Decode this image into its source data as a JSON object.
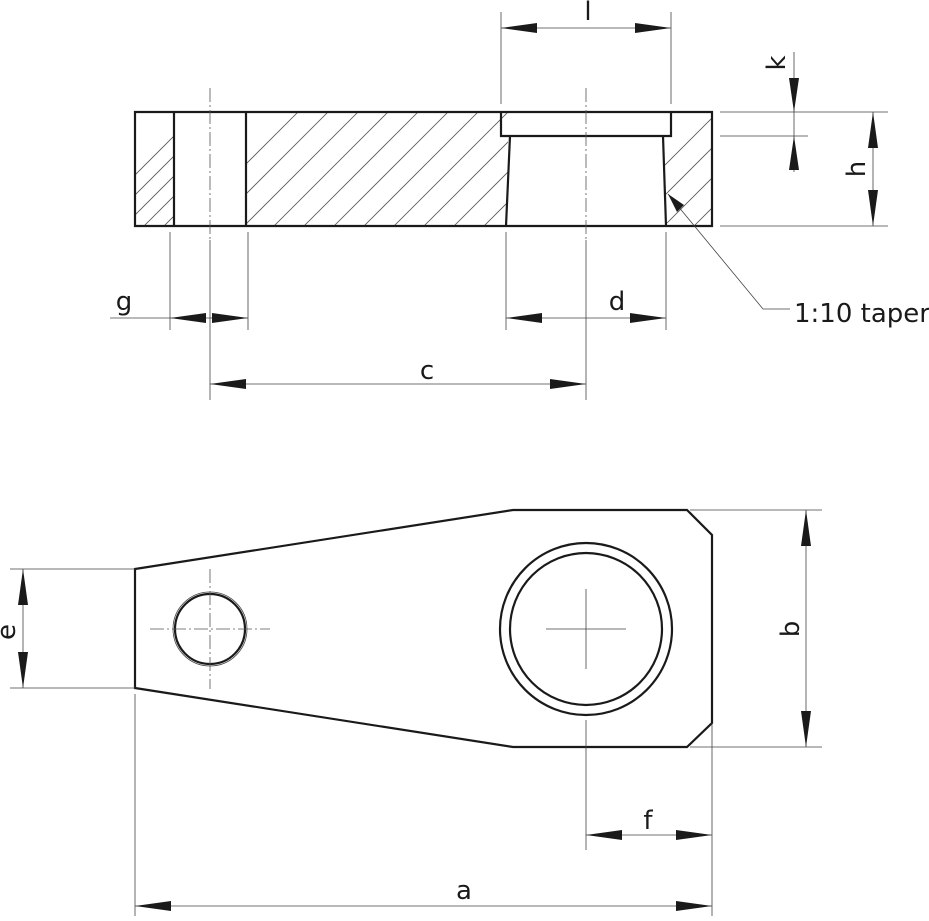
{
  "labels": {
    "a": "a",
    "b": "b",
    "c": "c",
    "d": "d",
    "e": "e",
    "f": "f",
    "g": "g",
    "h": "h",
    "k": "k",
    "l": "l",
    "taper": "1:10 taper"
  }
}
